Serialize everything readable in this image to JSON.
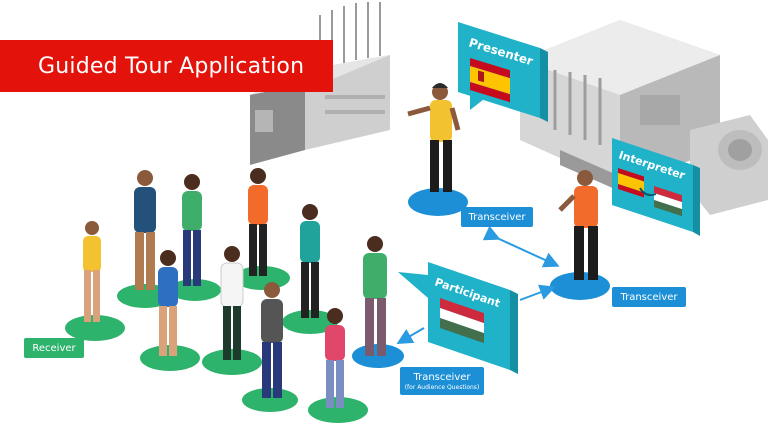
{
  "title": "Guided Tour Application",
  "bubbles": {
    "presenter": "Presenter",
    "interpreter": "Interpreter",
    "participant": "Participant"
  },
  "labels": {
    "transceiver_presenter": "Transceiver",
    "transceiver_interpreter": "Transceiver",
    "transceiver_questions": "Transceiver",
    "transceiver_questions_sub": "(for Audience Questions)",
    "receiver": "Receiver"
  },
  "colors": {
    "banner": "#e3120b",
    "bubble": "#1fb2c9",
    "tag_blue": "#1c8fd6",
    "tag_green": "#2db36b",
    "arrow": "#2a9be0"
  },
  "flags": [
    "spain-flag",
    "hungary-flag"
  ]
}
